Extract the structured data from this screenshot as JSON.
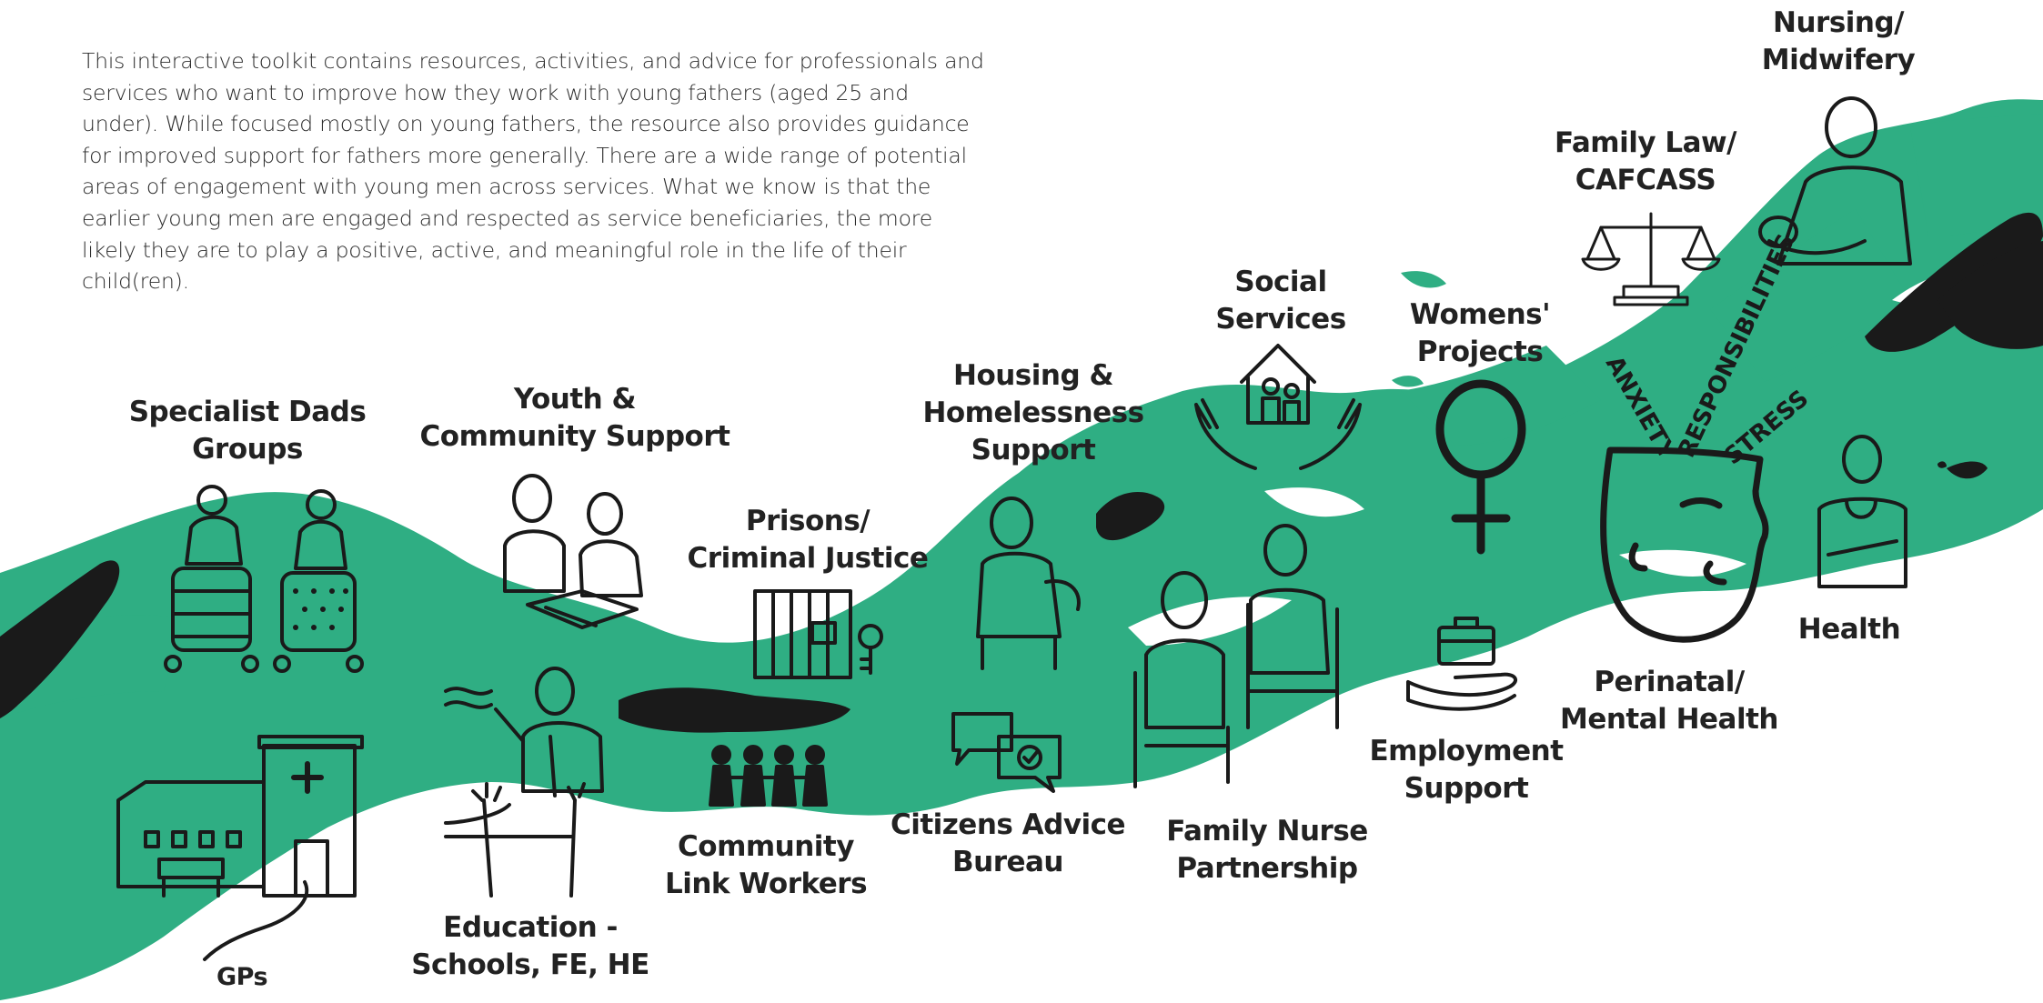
{
  "intro": "This interactive toolkit contains resources, activities, and advice for professionals and services who want to improve how they work with young fathers (aged 25 and under). While focused mostly on young fathers, the resource also provides guidance for improved support for fathers more generally. There are a wide range of potential areas of engagement with young men across services. What we know is that the earlier young men are engaged and respected as service beneficiaries, the more likely they are to play a positive, active, and meaningful role in the life of their child(ren).",
  "colors": {
    "river": "#2fae83",
    "ink": "#1a1a1a",
    "text": "#222222"
  },
  "services": [
    {
      "id": "specialist-dads",
      "lines": [
        "Specialist Dads",
        "Groups"
      ],
      "icon": "dads-with-prams-icon"
    },
    {
      "id": "youth-community",
      "lines": [
        "Youth &",
        "Community Support"
      ],
      "icon": "youth-workers-icon"
    },
    {
      "id": "prisons",
      "lines": [
        "Prisons/",
        "Criminal Justice"
      ],
      "icon": "prison-cell-icon"
    },
    {
      "id": "housing",
      "lines": [
        "Housing &",
        "Homelessness",
        "Support"
      ],
      "icon": "person-shrugging-icon"
    },
    {
      "id": "social-services",
      "lines": [
        "Social",
        "Services"
      ],
      "icon": "hands-holding-house-icon"
    },
    {
      "id": "womens-projects",
      "lines": [
        "Womens'",
        "Projects"
      ],
      "icon": "venus-symbol-icon"
    },
    {
      "id": "family-law",
      "lines": [
        "Family Law/",
        "CAFCASS"
      ],
      "icon": "scales-of-justice-icon"
    },
    {
      "id": "nursing",
      "lines": [
        "Nursing/",
        "Midwifery"
      ],
      "icon": "nurse-holding-baby-icon"
    },
    {
      "id": "health",
      "lines": [
        "Health"
      ],
      "icon": "doctor-stethoscope-icon"
    },
    {
      "id": "perinatal",
      "lines": [
        "Perinatal/",
        "Mental Health"
      ],
      "icon": "head-with-stress-words-icon"
    },
    {
      "id": "employment",
      "lines": [
        "Employment",
        "Support"
      ],
      "icon": "hand-with-briefcase-icon"
    },
    {
      "id": "family-nurse",
      "lines": [
        "Family Nurse",
        "Partnership"
      ],
      "icon": "two-people-seated-icon"
    },
    {
      "id": "citizens-advice",
      "lines": [
        "Citizens Advice",
        "Bureau"
      ],
      "icon": "speech-bubbles-icon"
    },
    {
      "id": "community-link",
      "lines": [
        "Community",
        "Link Workers"
      ],
      "icon": "people-holding-hands-icon"
    },
    {
      "id": "education",
      "lines": [
        "Education -",
        "Schools, FE, HE"
      ],
      "icon": "teacher-and-students-icon"
    },
    {
      "id": "gps",
      "lines": [
        "GPs"
      ],
      "icon": "clinic-building-icon"
    }
  ],
  "head_words": [
    "ANXIETY",
    "RESPONSIBILITIES",
    "STRESS"
  ]
}
